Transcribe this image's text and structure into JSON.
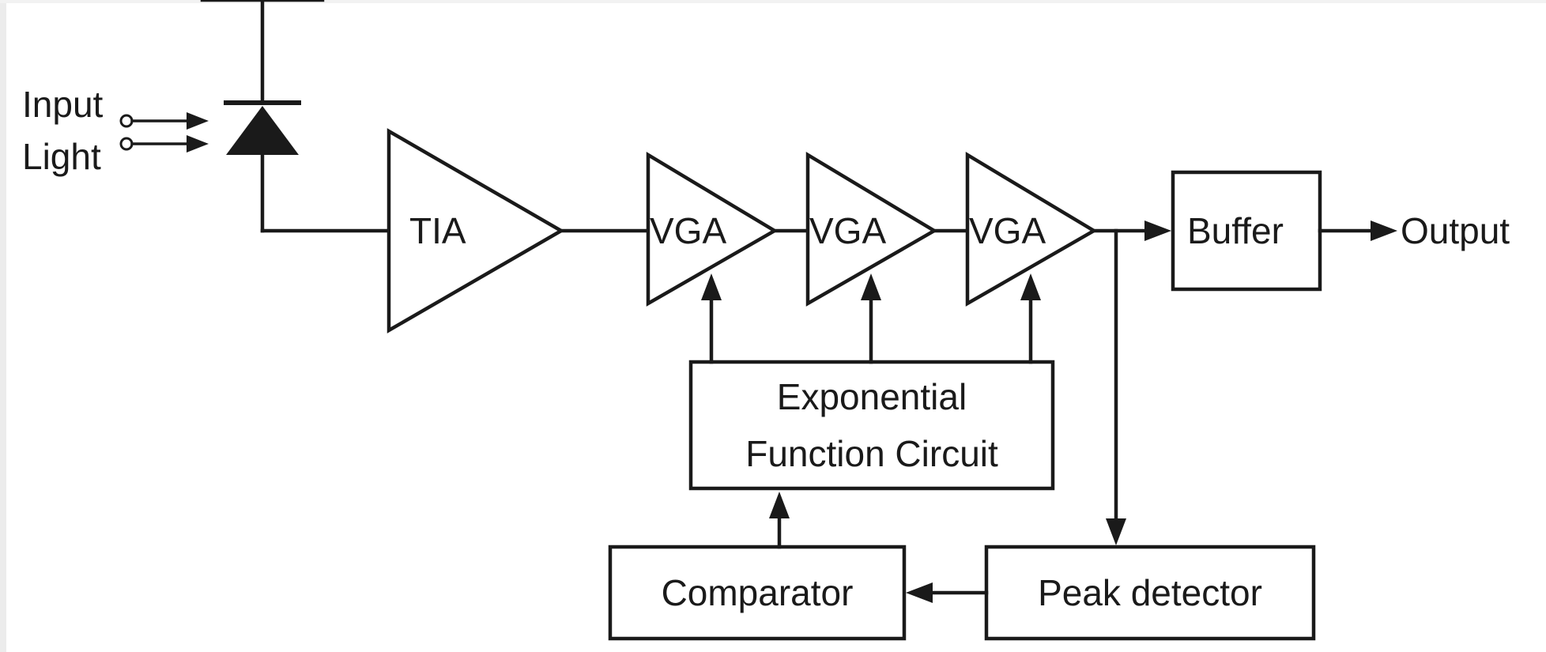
{
  "diagram": {
    "input_label_line1": "Input",
    "input_label_line2": "Light",
    "blocks": {
      "tia": "TIA",
      "vga1": "VGA",
      "vga2": "VGA",
      "vga3": "VGA",
      "buffer": "Buffer",
      "exp_line1": "Exponential",
      "exp_line2": "Function Circuit",
      "comparator": "Comparator",
      "peak_detector": "Peak detector"
    },
    "output_label": "Output"
  }
}
